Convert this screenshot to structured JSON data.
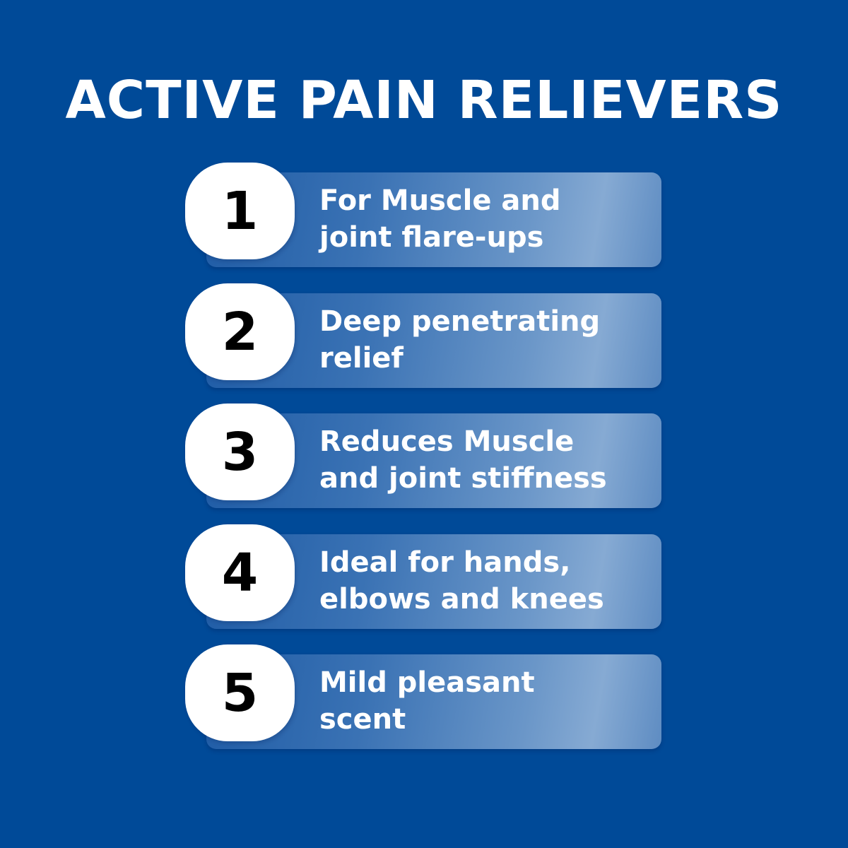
{
  "title": "ACTIVE PAIN RELIEVERS",
  "items": [
    {
      "number": "1",
      "text": "For Muscle and\njoint flare-ups"
    },
    {
      "number": "2",
      "text": "Deep penetrating\nrelief"
    },
    {
      "number": "3",
      "text": "Reduces Muscle\nand joint stiffness"
    },
    {
      "number": "4",
      "text": "Ideal for hands,\nelbows and knees"
    },
    {
      "number": "5",
      "text": "Mild pleasant\nscent"
    }
  ],
  "colors": {
    "background": "#004a98",
    "badge": "#ffffff",
    "badge_number": "#000000",
    "text": "#ffffff"
  }
}
